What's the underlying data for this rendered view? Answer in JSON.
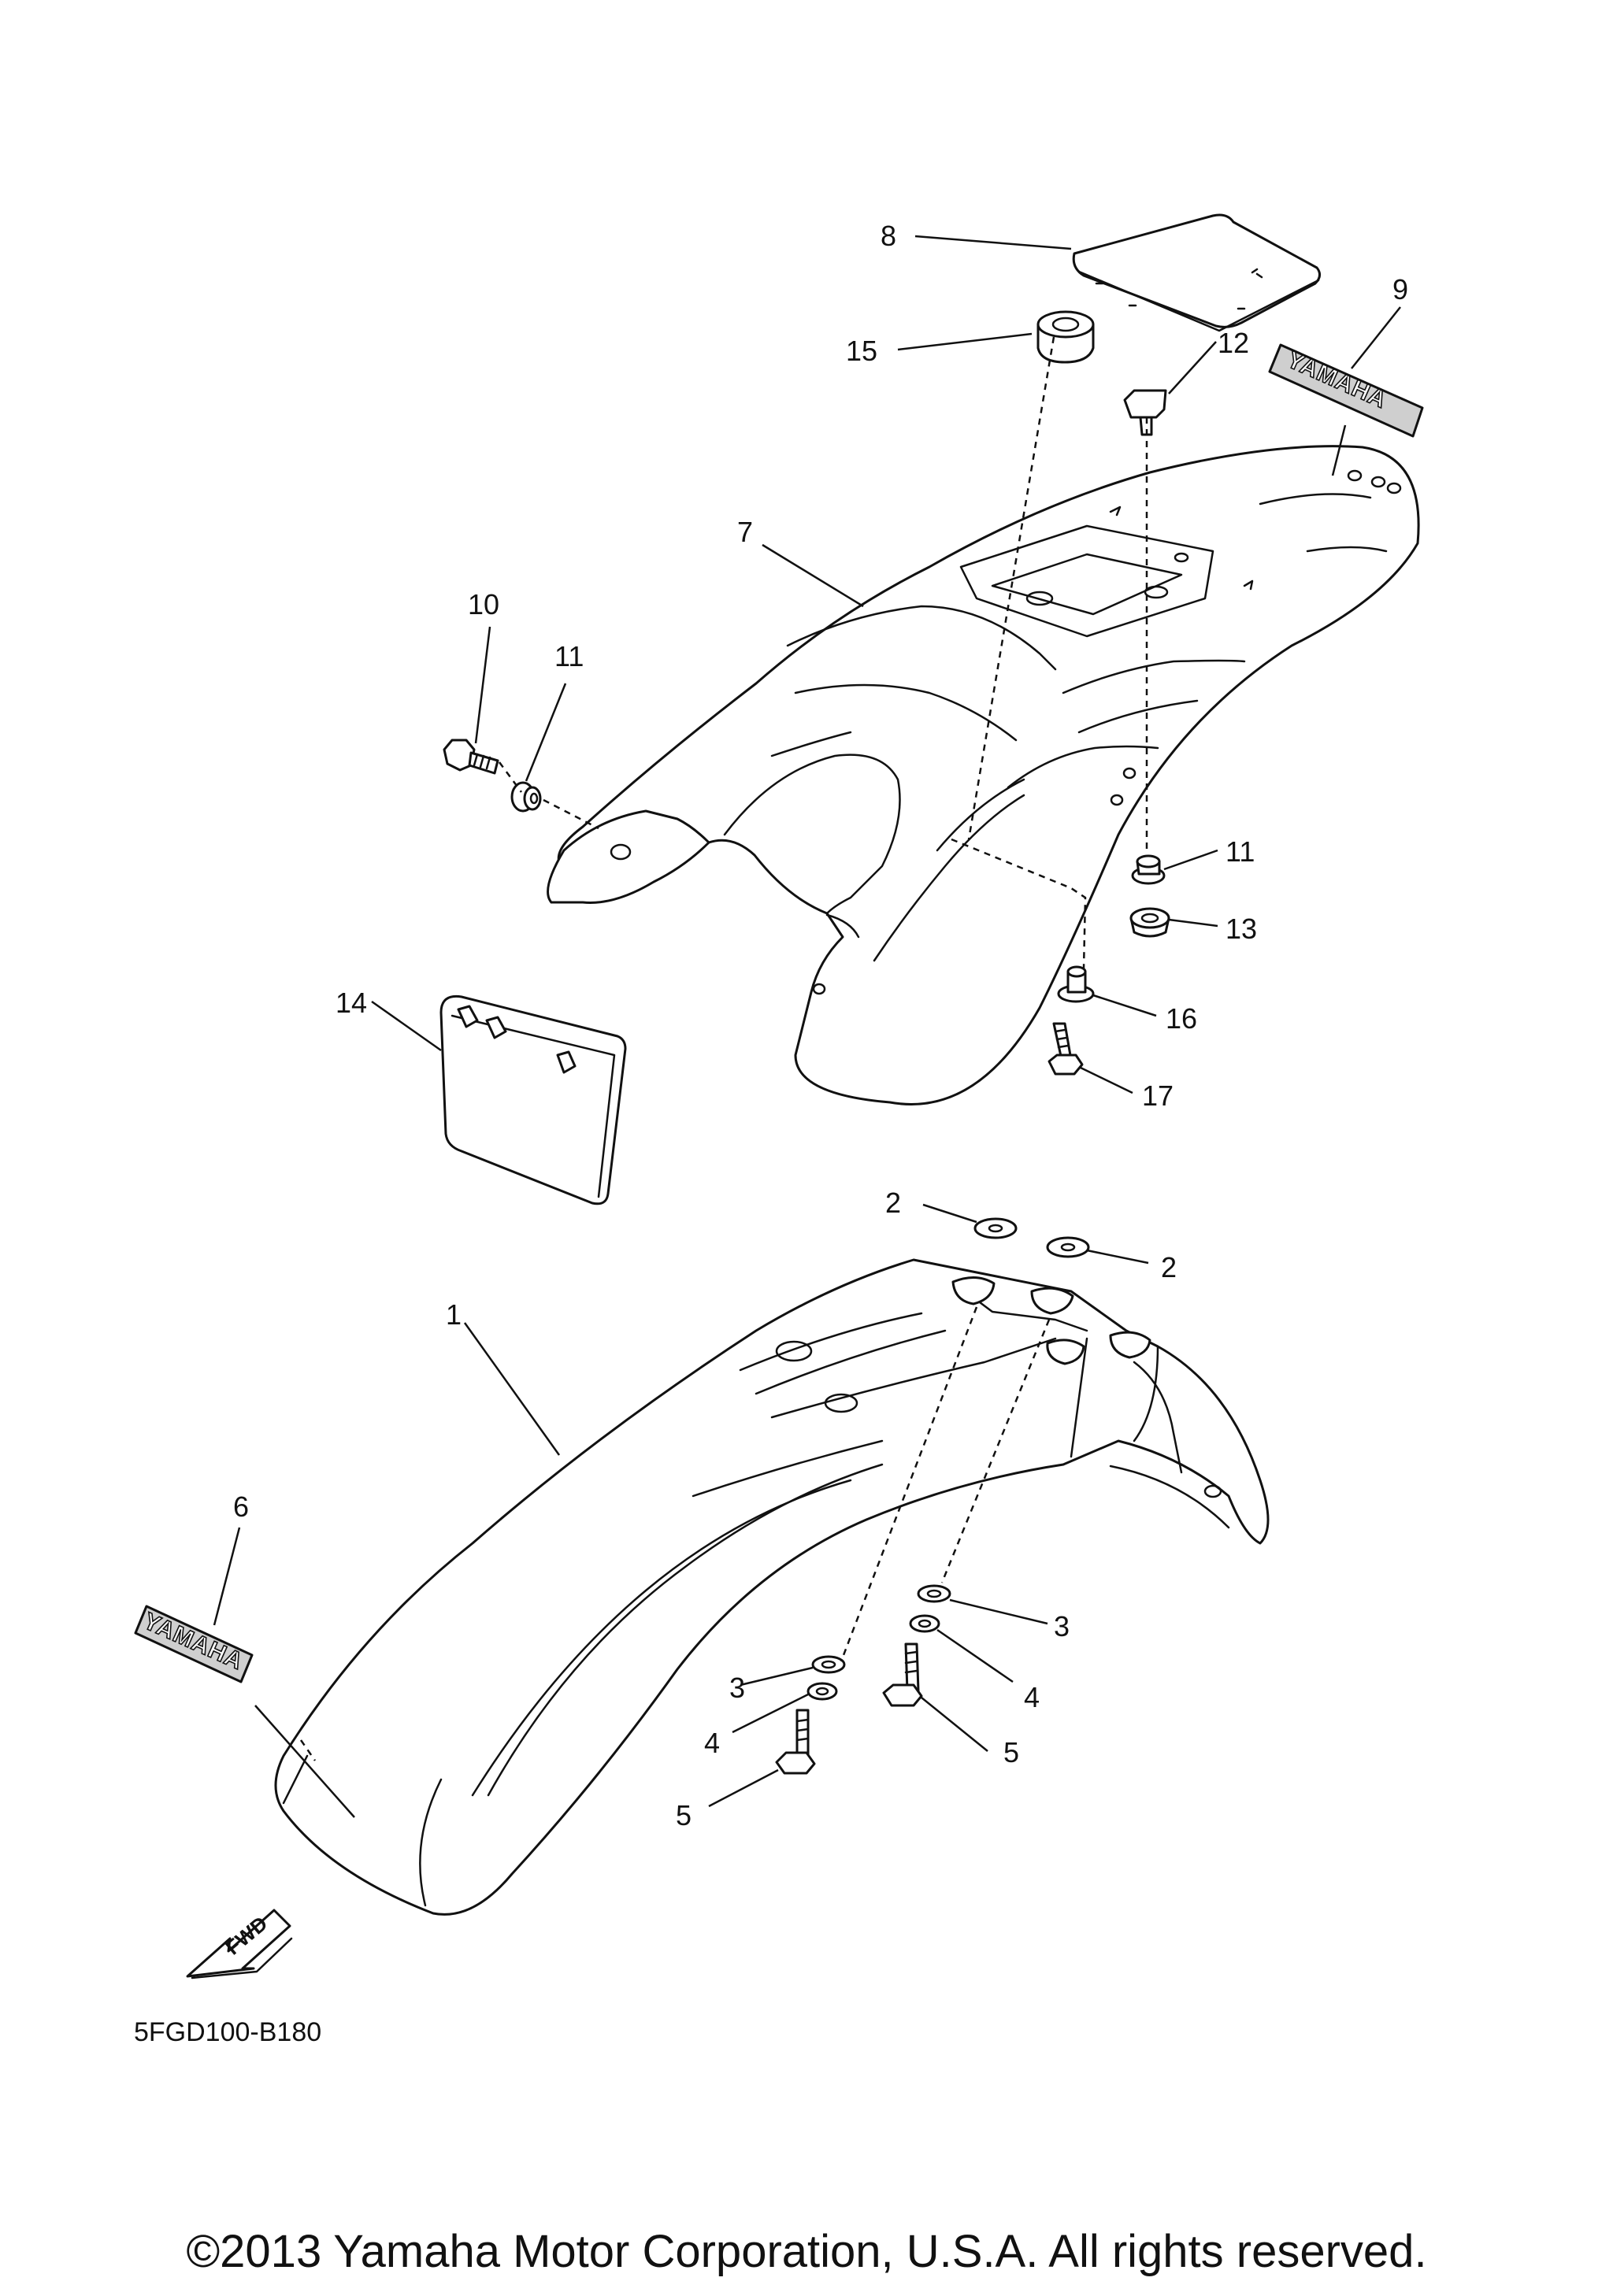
{
  "callouts": {
    "c1": "1",
    "c2a": "2",
    "c2b": "2",
    "c3a": "3",
    "c3b": "3",
    "c4a": "4",
    "c4b": "4",
    "c5a": "5",
    "c5b": "5",
    "c6": "6",
    "c7": "7",
    "c8": "8",
    "c9": "9",
    "c10": "10",
    "c11a": "11",
    "c11b": "11",
    "c12": "12",
    "c13": "13",
    "c14": "14",
    "c15": "15",
    "c16": "16",
    "c17": "17"
  },
  "decals": {
    "emblem_front": "YAMAHA",
    "emblem_rear": "YAMAHA"
  },
  "fwd_indicator": "FWD",
  "diagram_code": "5FGD100-B180",
  "copyright": "©2013 Yamaha Motor Corporation, U.S.A. All rights reserved."
}
